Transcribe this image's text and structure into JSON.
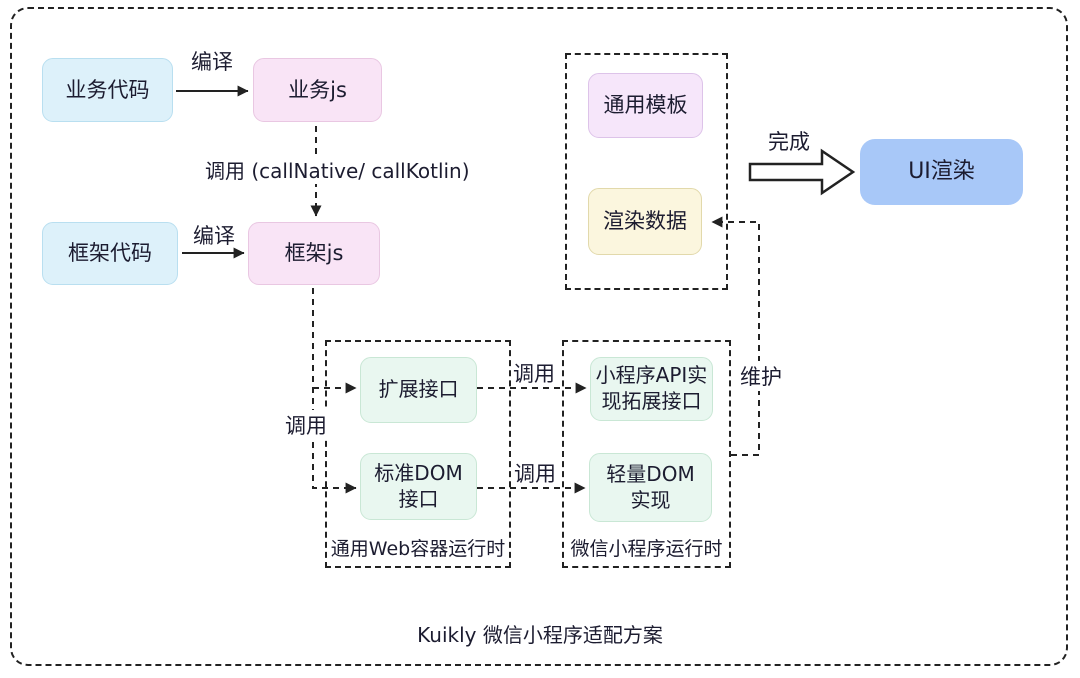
{
  "title": "Kuikly 微信小程序适配方案",
  "nodes": {
    "biz_code": "业务代码",
    "biz_js": "业务js",
    "frame_code": "框架代码",
    "frame_js": "框架js",
    "ext_api": "扩展接口",
    "std_dom": "标准DOM\n接口",
    "mini_api": "小程序API实\n现拓展接口",
    "light_dom": "轻量DOM\n实现",
    "template": "通用模板",
    "render_data": "渲染数据",
    "ui_render": "UI渲染"
  },
  "containers": {
    "web_runtime": "通用Web容器运行时",
    "wechat_runtime": "微信小程序运行时"
  },
  "edges": {
    "compile1": "编译",
    "compile2": "编译",
    "call_native": "调用 (callNative/ callKotlin)",
    "call_left": "调用",
    "call_mid1": "调用",
    "call_mid2": "调用",
    "maintain": "维护",
    "complete": "完成"
  },
  "colors": {
    "canvas_bg": "#ffffff",
    "line": "#222222",
    "text": "#1c1c30",
    "node_blue_bg": "#ddf1fa",
    "node_blue_border": "#b9dff0",
    "node_pink_bg": "#f9e4f6",
    "node_pink_border": "#e9c7e2",
    "node_lavender_bg": "#f6e6fa",
    "node_lavender_border": "#ddc3e9",
    "node_cream_bg": "#fbf6de",
    "node_cream_border": "#e2d9ab",
    "node_green_bg": "#e9f7f0",
    "node_green_border": "#c9e7d5",
    "node_accent_bg": "#a8c8f8"
  }
}
